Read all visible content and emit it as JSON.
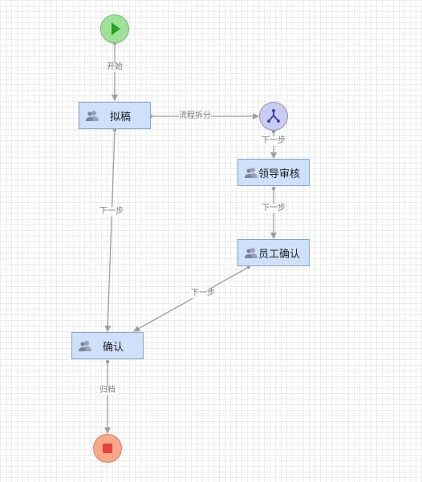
{
  "nodes": {
    "start": {
      "label": ""
    },
    "draft": {
      "label": "拟稿"
    },
    "fork": {
      "label": ""
    },
    "leader_review": {
      "label": "领导审核"
    },
    "staff_confirm": {
      "label": "员工确认"
    },
    "confirm": {
      "label": "确认"
    },
    "end": {
      "label": ""
    }
  },
  "edges": {
    "start_to_draft": "开始",
    "draft_to_fork": "流程拆分",
    "fork_to_leader": "下一步",
    "leader_to_staff": "下一步",
    "staff_to_confirm": "下一步",
    "draft_to_confirm": "下一步",
    "confirm_to_end": "归档"
  },
  "colors": {
    "start_fill": "#9fe09a",
    "start_icon": "#1fa81f",
    "end_fill": "#f7a98a",
    "end_icon": "#e8403a",
    "task_fill": "#cfe0fb",
    "task_border": "#7fa6d8",
    "fork_fill": "#c9cbef",
    "fork_icon": "#3a46b4",
    "edge": "#9e9e9e"
  },
  "icons": {
    "task": "user-group-icon",
    "start": "play-icon",
    "end": "stop-icon",
    "fork": "fork-icon"
  }
}
